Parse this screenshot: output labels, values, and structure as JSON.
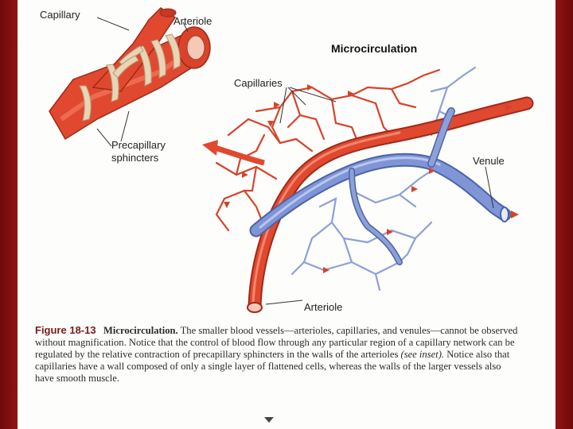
{
  "title": "Microcirculation",
  "inset_labels": {
    "capillary": "Capillary",
    "arteriole": "Arteriole",
    "precapillary_1": "Precapillary",
    "precapillary_2": "sphincters"
  },
  "main_labels": {
    "capillaries": "Capillaries",
    "venule": "Venule",
    "arteriole": "Arteriole"
  },
  "caption": {
    "figure_number": "Figure 18-13",
    "title": "Microcirculation.",
    "text_1": " The smaller blood vessels—arterioles, capillaries, and venules—cannot be observed without magnification. Notice that the control of blood flow through any particular region of a capillary network can be regulated by the relative contraction of precapillary sphincters in the walls of the arterioles ",
    "see_inset": "(see inset).",
    "text_2": " Notice also that capillaries have a wall composed of only a single layer of flattened cells, whereas the walls of the larger vessels also have smooth muscle."
  },
  "colors": {
    "artery": "#e0492f",
    "artery_dark": "#b8301c",
    "vein": "#6f86c9",
    "vein_light": "#a9b8e6",
    "sphincter": "#e8d4b6",
    "frame": "#8f1414"
  },
  "icons": [
    "flow-arrow-icon",
    "page-down-icon"
  ]
}
